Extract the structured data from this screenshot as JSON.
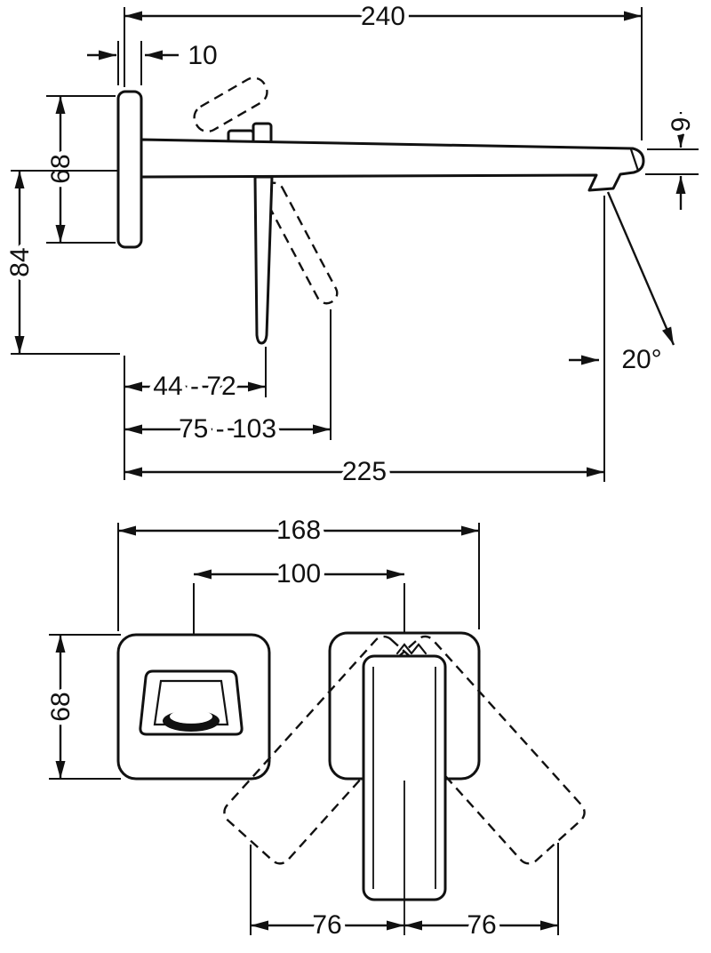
{
  "drawing": {
    "kind": "technical-dimension-drawing",
    "subject": "wall-mounted single-lever basin mixer, side and front views",
    "line_color": "#111111",
    "background_color": "#ffffff"
  },
  "side_view": {
    "dim_spout_total": "240",
    "dim_plate_thickness": "10",
    "dim_plate_height": "68",
    "dim_overall_height": "84",
    "dim_tip_height": "9",
    "dim_handle_closed_range": "44 - 72",
    "dim_handle_open_range": "75 - 103",
    "dim_outlet_reach": "225",
    "dim_stream_angle": "20°"
  },
  "front_view": {
    "dim_total_width": "168",
    "dim_center_distance": "100",
    "dim_plate_height": "68",
    "dim_handle_swing_left": "76",
    "dim_handle_swing_right": "76"
  }
}
